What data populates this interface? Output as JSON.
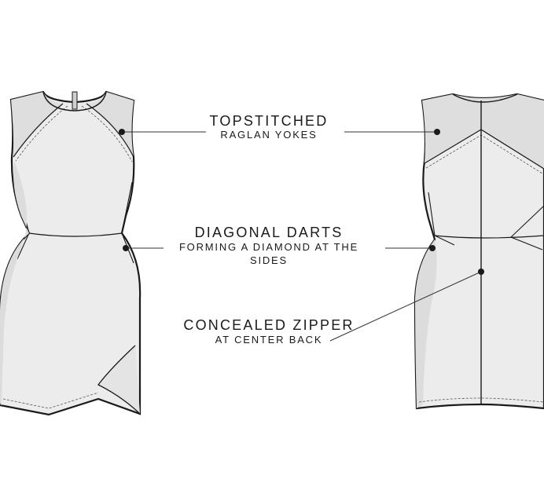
{
  "annotations": {
    "yokes": {
      "title": "TOPSTITCHED",
      "subtitle": "RAGLAN YOKES"
    },
    "darts": {
      "title": "DIAGONAL DARTS",
      "subtitle_line1": "FORMING A DIAMOND AT THE",
      "subtitle_line2": "SIDES"
    },
    "zipper": {
      "title": "CONCEALED ZIPPER",
      "subtitle": "AT CENTER BACK"
    }
  },
  "colors": {
    "background": "#ffffff",
    "garment_fill": "#ececec",
    "garment_shade": "#d9d9d9",
    "yoke_fill": "#dedede",
    "outline": "#1a1a1a",
    "leader_line": "#333333"
  }
}
